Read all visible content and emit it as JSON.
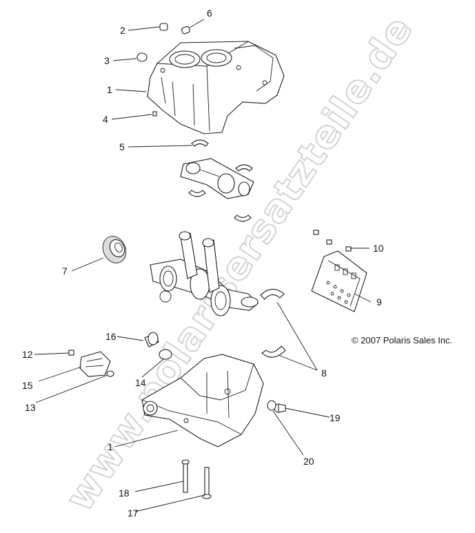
{
  "watermark": "www.polarisersatzteile.de",
  "copyright": "© 2007 Polaris Sales Inc.",
  "callouts": {
    "c1_top": "1",
    "c2": "2",
    "c3": "3",
    "c4": "4",
    "c5": "5",
    "c6": "6",
    "c7": "7",
    "c8": "8",
    "c9": "9",
    "c10": "10",
    "c12": "12",
    "c13": "13",
    "c14": "14",
    "c15": "15",
    "c16": "16",
    "c1_bottom": "1",
    "c17": "17",
    "c18": "18",
    "c19": "19",
    "c20": "20"
  }
}
